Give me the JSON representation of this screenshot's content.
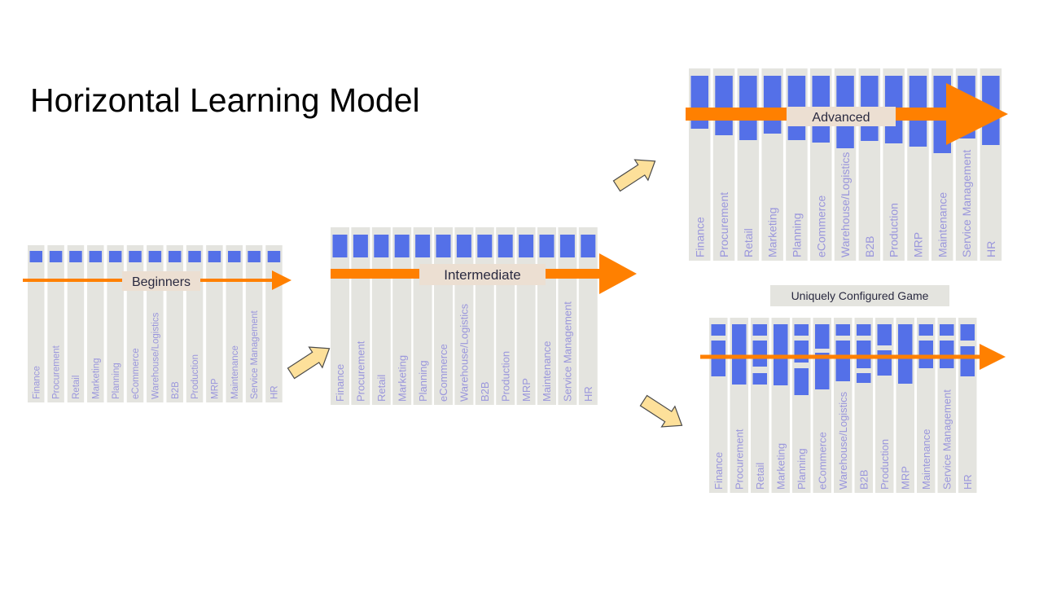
{
  "title": "Horizontal Learning Model",
  "modules": [
    "Finance",
    "Procurement",
    "Retail",
    "Marketing",
    "Planning",
    "eCommerce",
    "Warehouse/Logistics",
    "B2B",
    "Production",
    "MRP",
    "Maintenance",
    "Service Management",
    "HR"
  ],
  "stages": [
    {
      "id": "beginners",
      "label": "Beginners"
    },
    {
      "id": "intermediate",
      "label": "Intermediate"
    },
    {
      "id": "advanced",
      "label": "Advanced"
    },
    {
      "id": "custom",
      "label": "Uniquely Configured Game"
    }
  ],
  "colors": {
    "column": "#e4e4df",
    "bar": "#5470e8",
    "arrow": "#ff8000",
    "arrow_band": "#ecdfd2",
    "label_text": "#2a2a40",
    "module_text": "#9a96dc",
    "transition_fill": "#fde09a",
    "transition_stroke": "#4a4a4a"
  }
}
